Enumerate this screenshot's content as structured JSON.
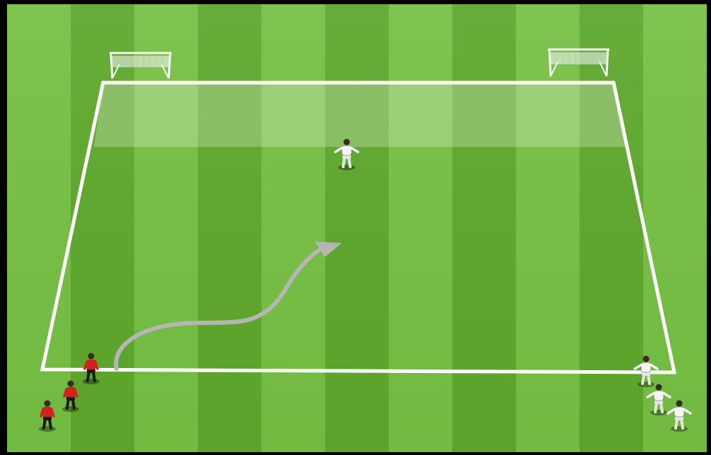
{
  "diagram": {
    "type": "soccer-drill",
    "surface": {
      "grass_light": "#76c043",
      "grass_dark": "#5ea82c",
      "stripes": 11,
      "border_color": "#000000"
    },
    "field": {
      "line_color": "#ffffff",
      "end_zone": {
        "color": "#ffffff",
        "opacity": 0.25
      }
    },
    "goals": [
      {
        "name": "left-goal",
        "color": "#f5f5f5"
      },
      {
        "name": "right-goal",
        "color": "#f5f5f5"
      }
    ],
    "players": {
      "attackers": {
        "team_color": "#d61f1f",
        "shorts_color": "#1a1a1a",
        "count": 3
      },
      "defenders": {
        "team_color": "#f4f4f4",
        "shorts_color": "#e6e6e6",
        "count": 3
      },
      "goalkeeper": {
        "team_color": "#f4f4f4",
        "shorts_color": "#e6e6e6",
        "count": 1
      }
    },
    "movement_arrow": {
      "color": "#b5b5b5",
      "style": "curved-dribble"
    }
  }
}
